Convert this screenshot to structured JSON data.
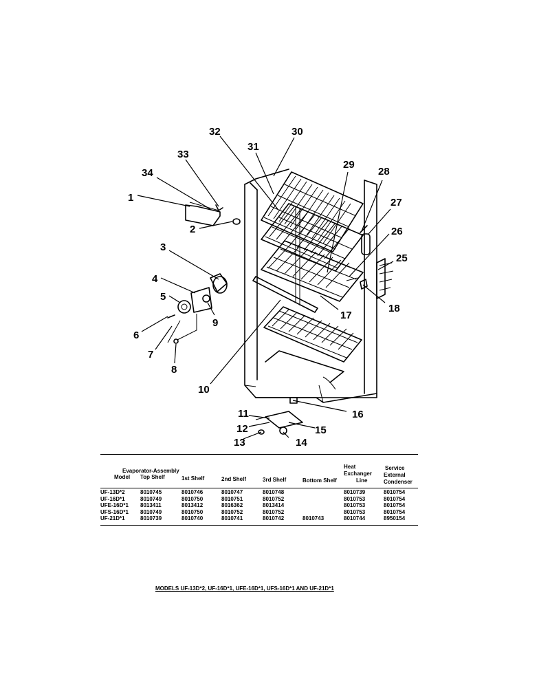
{
  "callouts": {
    "c1": "1",
    "c2": "2",
    "c3": "3",
    "c4": "4",
    "c5": "5",
    "c6": "6",
    "c7": "7",
    "c8": "8",
    "c9": "9",
    "c10": "10",
    "c11": "11",
    "c12": "12",
    "c13": "13",
    "c14": "14",
    "c15": "15",
    "c16": "16",
    "c17": "17",
    "c18": "18",
    "c25": "25",
    "c26": "26",
    "c27": "27",
    "c28": "28",
    "c29": "29",
    "c30": "30",
    "c31": "31",
    "c32": "32",
    "c33": "33",
    "c34": "34"
  },
  "table": {
    "group_header": "Evaporator-Assembly",
    "col_model": "Model",
    "col_top": "Top Shelf",
    "col_1st": "1st Shelf",
    "col_2nd": "2nd Shelf",
    "col_3rd": "3rd Shelf",
    "col_bottom": "Bottom Shelf",
    "col_heat_1": "Heat",
    "col_heat_2": "Exchanger",
    "col_heat_3": "Line",
    "col_svc_1": "Service",
    "col_svc_2": "External",
    "col_svc_3": "Condenser",
    "rows": [
      {
        "model": "UF-13D*2",
        "top": "8010745",
        "first": "8010746",
        "second": "8010747",
        "third": "8010748",
        "bottom": "",
        "heat": "8010739",
        "service": "8010754"
      },
      {
        "model": "UF-16D*1",
        "top": "8010749",
        "first": "8010750",
        "second": "8010751",
        "third": "8010752",
        "bottom": "",
        "heat": "8010753",
        "service": "8010754"
      },
      {
        "model": "UFE-16D*1",
        "top": "8013411",
        "first": "8013412",
        "second": "8016362",
        "third": "8013414",
        "bottom": "",
        "heat": "8010753",
        "service": "8010754"
      },
      {
        "model": "UFS-16D*1",
        "top": "8010749",
        "first": "8010750",
        "second": "8010752",
        "third": "8010752",
        "bottom": "",
        "heat": "8010753",
        "service": "8010754"
      },
      {
        "model": "UF-21D*1",
        "top": "8010739",
        "first": "8010740",
        "second": "8010741",
        "third": "8010742",
        "bottom": "8010743",
        "heat": "8010744",
        "service": "8950154"
      }
    ]
  },
  "models_line": "MODELS UF-13D*2, UF-16D*1, UFE-16D*1, UFS-16D*1 AND UF-21D*1"
}
